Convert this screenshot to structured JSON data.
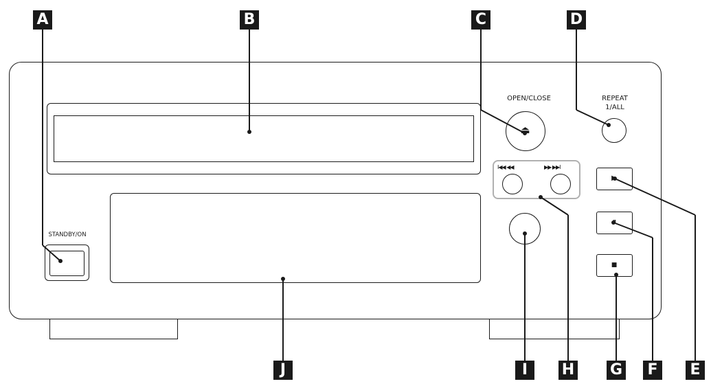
{
  "callouts": {
    "A": "A",
    "B": "B",
    "C": "C",
    "D": "D",
    "E": "E",
    "F": "F",
    "G": "G",
    "H": "H",
    "I": "I",
    "J": "J"
  },
  "panel_text": {
    "open_close": "OPEN/CLOSE",
    "repeat_line1": "REPEAT",
    "repeat_line2": "1/ALL",
    "standby_on": "STANDBY/ON"
  },
  "symbols": {
    "eject": "⏏",
    "skip_back": "I◀◀ ◀◀",
    "skip_forward": "▶▶ ▶▶I",
    "play": "▶",
    "pause": "II",
    "stop": "■"
  },
  "colors": {
    "outline": "#1a1a1a",
    "skip_group_border": "#b0b0b0"
  }
}
